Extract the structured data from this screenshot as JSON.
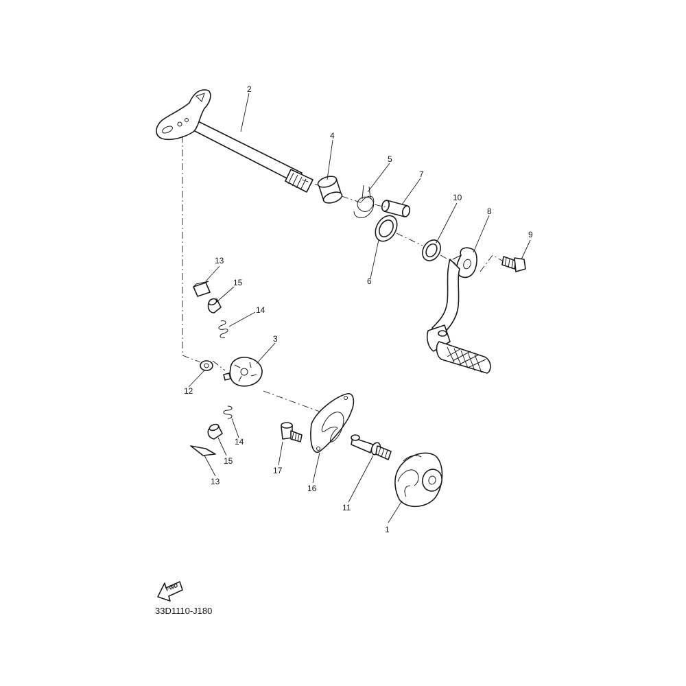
{
  "diagram_code": "33D1110-J180",
  "fwd_label": "FWD",
  "callouts": {
    "c1": "1",
    "c2": "2",
    "c3": "3",
    "c4": "4",
    "c5": "5",
    "c6": "6",
    "c7": "7",
    "c8": "8",
    "c9": "9",
    "c10": "10",
    "c11": "11",
    "c12": "12",
    "c13a": "13",
    "c13b": "13",
    "c14a": "14",
    "c14b": "14",
    "c15a": "15",
    "c15b": "15",
    "c16": "16",
    "c17": "17"
  },
  "colors": {
    "line": "#1a1a1a",
    "background": "#ffffff"
  }
}
